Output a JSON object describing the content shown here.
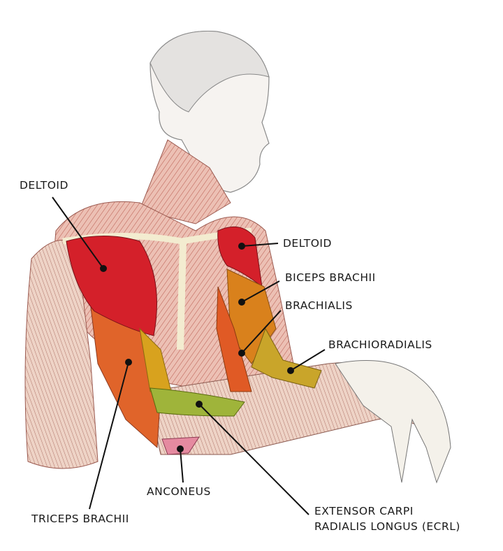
{
  "labels": {
    "deltoid_left": "DELTOID",
    "deltoid_right": "DELTOID",
    "biceps_brachii": "BICEPS BRACHII",
    "brachialis": "BRACHIALIS",
    "brachioradialis": "BRACHIORADIALIS",
    "anconeus": "ANCONEUS",
    "triceps_brachii": "TRICEPS BRACHII",
    "ecrl_line1": "EXTENSOR CARPI",
    "ecrl_line2": "RADIALIS LONGUS (ECRL)"
  },
  "colors": {
    "deltoid": "#d4202a",
    "biceps": "#d9811c",
    "brachialis": "#d8a21e",
    "brachioradialis": "#c9b22a",
    "ecrl": "#9fb43a",
    "triceps": "#e0642a",
    "anconeus": "#e58aa0",
    "muscle_base": "#e8b3a6",
    "tendon": "#f3ecd0",
    "leader": "#111111"
  }
}
